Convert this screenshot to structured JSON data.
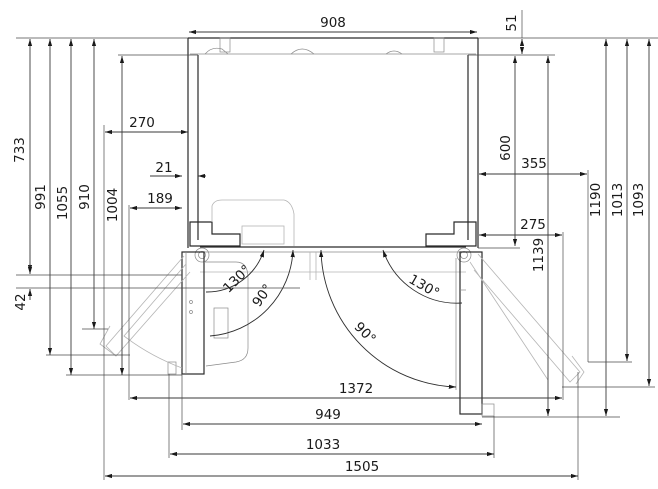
{
  "diagram": {
    "subject": "side-by-side refrigerator door opening clearance (top view)",
    "units": "mm",
    "horizontal_dimensions": [
      {
        "id": "width_top",
        "value": "908"
      },
      {
        "id": "left_270",
        "value": "270"
      },
      {
        "id": "left_21",
        "value": "21"
      },
      {
        "id": "left_189",
        "value": "189"
      },
      {
        "id": "right_355",
        "value": "355"
      },
      {
        "id": "right_275",
        "value": "275"
      },
      {
        "id": "bottom_1372",
        "value": "1372"
      },
      {
        "id": "bottom_949",
        "value": "949"
      },
      {
        "id": "bottom_1033",
        "value": "1033"
      },
      {
        "id": "bottom_1505",
        "value": "1505"
      }
    ],
    "vertical_dimensions": [
      {
        "id": "left_733",
        "value": "733"
      },
      {
        "id": "left_991",
        "value": "991"
      },
      {
        "id": "left_1055",
        "value": "1055"
      },
      {
        "id": "left_910",
        "value": "910"
      },
      {
        "id": "left_1004",
        "value": "1004"
      },
      {
        "id": "left_42",
        "value": "42"
      },
      {
        "id": "right_51",
        "value": "51"
      },
      {
        "id": "right_600",
        "value": "600"
      },
      {
        "id": "right_1139",
        "value": "1139"
      },
      {
        "id": "right_1190",
        "value": "1190"
      },
      {
        "id": "right_1013",
        "value": "1013"
      },
      {
        "id": "right_1093",
        "value": "1093"
      }
    ],
    "angles": [
      {
        "id": "left_130",
        "value": "130°"
      },
      {
        "id": "left_90",
        "value": "90°"
      },
      {
        "id": "right_130",
        "value": "130°"
      },
      {
        "id": "right_90",
        "value": "90°"
      }
    ]
  }
}
